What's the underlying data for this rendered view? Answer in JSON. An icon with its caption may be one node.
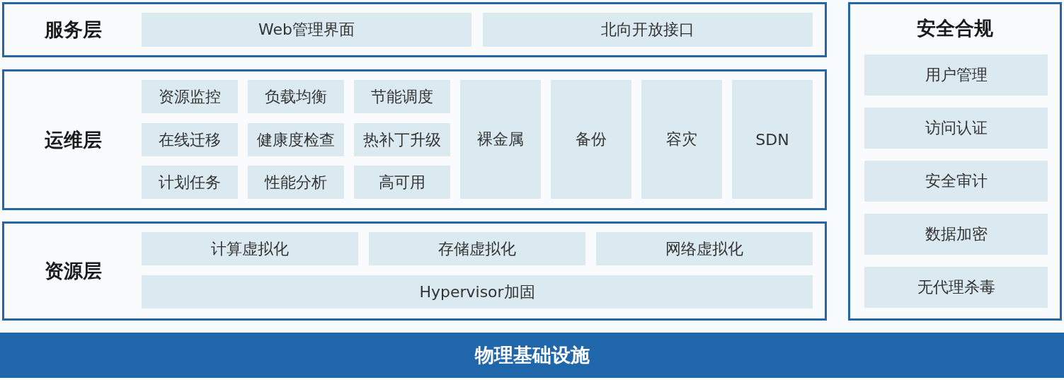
{
  "diagram": {
    "nodes": [
      {
        "text": [
          "服务层"
        ]
      },
      {
        "text": [
          "Web管理界面"
        ],
        "in": 0
      },
      {
        "text": [
          "北向开放接口"
        ],
        "in": 0
      },
      {
        "text": [
          "运维层"
        ]
      },
      {
        "text": [
          "资源监控"
        ],
        "in": 3
      },
      {
        "text": [
          "负载均衡"
        ],
        "in": 3
      },
      {
        "text": [
          "节能调度"
        ],
        "in": 3
      },
      {
        "text": [
          "在线迁移"
        ],
        "in": 3
      },
      {
        "text": [
          "健康度检查"
        ],
        "in": 3
      },
      {
        "text": [
          "热补丁升级"
        ],
        "in": 3
      },
      {
        "text": [
          "计划任务"
        ],
        "in": 3
      },
      {
        "text": [
          "性能分析"
        ],
        "in": 3
      },
      {
        "text": [
          "高可用"
        ],
        "in": 3
      },
      {
        "text": [
          "裸金属"
        ],
        "in": 3
      },
      {
        "text": [
          "备份"
        ],
        "in": 3
      },
      {
        "text": [
          "容灾"
        ],
        "in": 3
      },
      {
        "text": [
          "SDN"
        ],
        "in": 3
      },
      {
        "text": [
          "资源层"
        ]
      },
      {
        "text": [
          "计算虚拟化"
        ],
        "in": 17
      },
      {
        "text": [
          "存储虚拟化"
        ],
        "in": 17
      },
      {
        "text": [
          "网络虚拟化"
        ],
        "in": 17
      },
      {
        "text": [
          "Hypervisor加固"
        ],
        "in": 17
      },
      {
        "text": [
          "安全合规"
        ]
      },
      {
        "text": [
          "用户管理"
        ],
        "in": 22
      },
      {
        "text": [
          "访问认证"
        ],
        "in": 22
      },
      {
        "text": [
          "安全审计"
        ],
        "in": 22
      },
      {
        "text": [
          "数据加密"
        ],
        "in": 22
      },
      {
        "text": [
          "无代理杀毒"
        ],
        "in": 22
      },
      {
        "text": [
          "物理基础设施"
        ]
      }
    ]
  }
}
